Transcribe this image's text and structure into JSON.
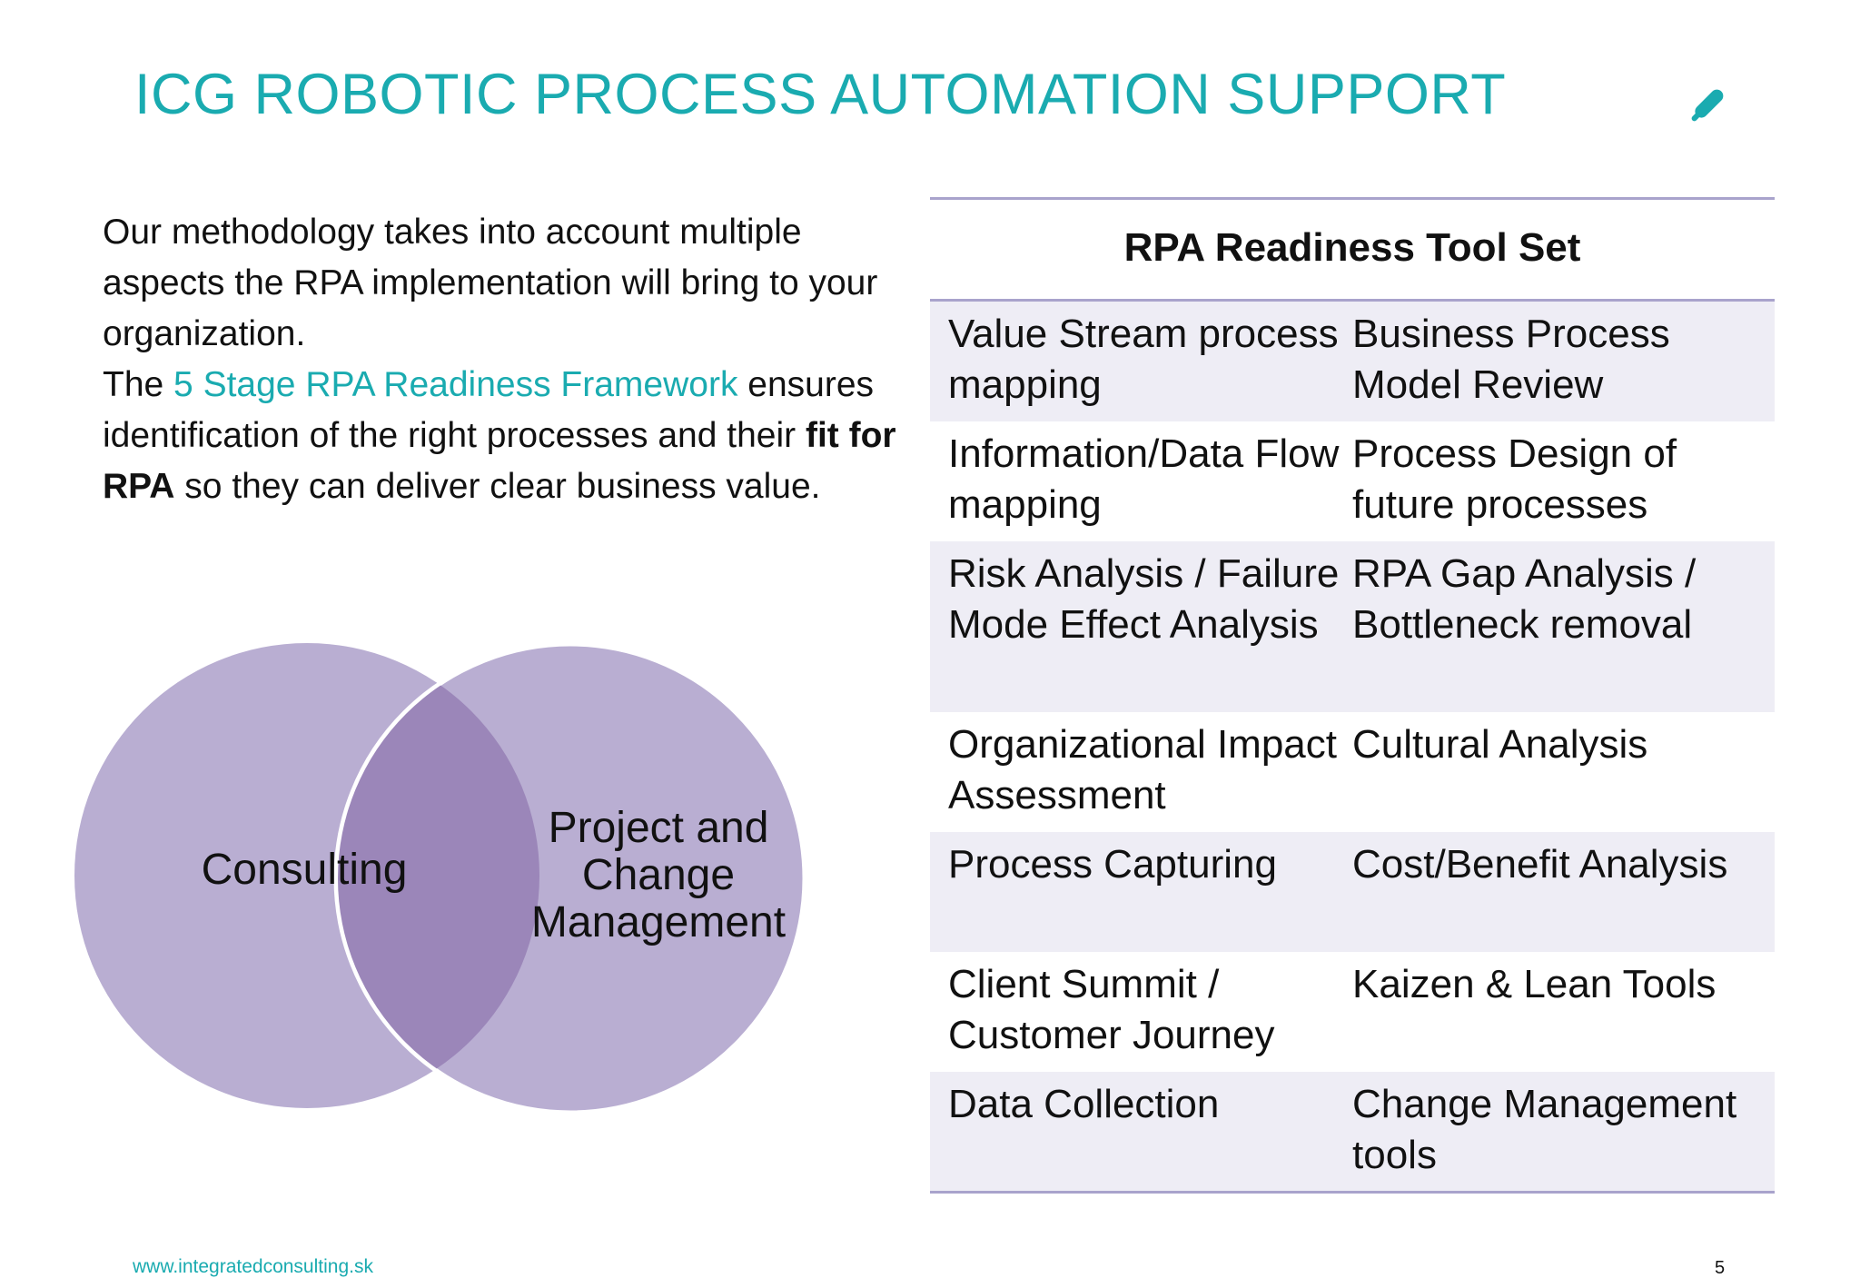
{
  "title": "ICG ROBOTIC PROCESS AUTOMATION SUPPORT",
  "icons": {
    "edit": "pencil-icon"
  },
  "colors": {
    "accent": "#1aabb0",
    "venn_circle": "#b9aed2",
    "venn_overlap": "#9b86b9",
    "table_rule": "#a9a3cc",
    "table_shade": "#eeedf5"
  },
  "intro": {
    "line1": "Our methodology takes into account multiple aspects the RPA implementation will bring to your organization.",
    "prefix": "The ",
    "framework_link": "5 Stage RPA Readiness Framework",
    "middle": " ensures identification of the right processes and their ",
    "bold": "fit for RPA",
    "suffix": " so they can deliver clear business value."
  },
  "venn": {
    "left_label": "Consulting",
    "right_label_line1": "Project and",
    "right_label_line2": "Change",
    "right_label_line3": "Management"
  },
  "toolset": {
    "header": "RPA Readiness Tool Set",
    "rows": [
      {
        "left": "Value Stream process mapping",
        "right": "Business Process Model Review"
      },
      {
        "left": "Information/Data Flow mapping",
        "right": "Process Design of future processes"
      },
      {
        "left": "Risk Analysis / Failure Mode Effect Analysis",
        "right": "RPA Gap Analysis / Bottleneck removal"
      },
      {
        "left": "Organizational Impact Assessment",
        "right": "Cultural Analysis"
      },
      {
        "left": "Process Capturing",
        "right": "Cost/Benefit Analysis"
      },
      {
        "left": "Client Summit / Customer Journey",
        "right": "Kaizen & Lean Tools"
      },
      {
        "left": "Data Collection",
        "right": "Change Management tools"
      }
    ]
  },
  "footer": {
    "url": "www.integratedconsulting.sk",
    "page_number": "5"
  }
}
